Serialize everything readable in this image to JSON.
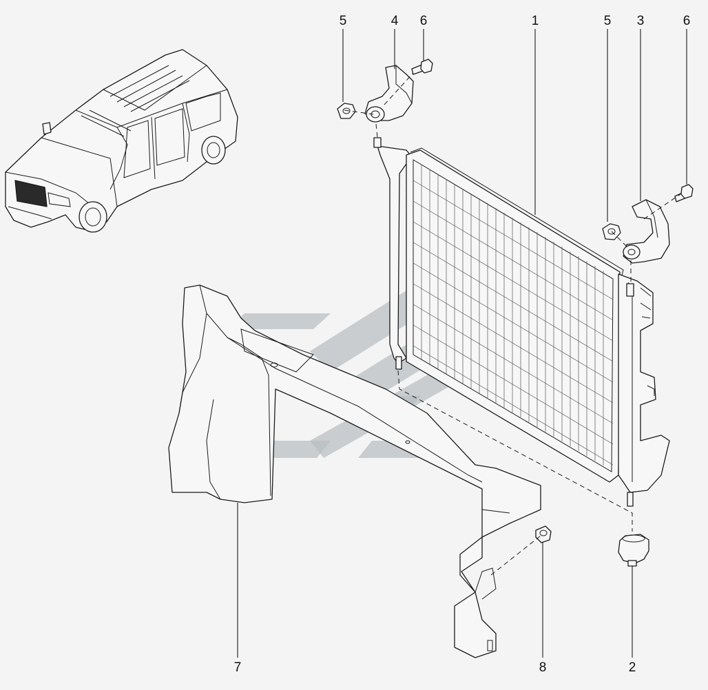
{
  "diagram": {
    "callouts": [
      {
        "id": "c5a",
        "label": "5"
      },
      {
        "id": "c4",
        "label": "4"
      },
      {
        "id": "c6a",
        "label": "6"
      },
      {
        "id": "c1",
        "label": "1"
      },
      {
        "id": "c5b",
        "label": "5"
      },
      {
        "id": "c3",
        "label": "3"
      },
      {
        "id": "c6b",
        "label": "6"
      },
      {
        "id": "c7",
        "label": "7"
      },
      {
        "id": "c8",
        "label": "8"
      },
      {
        "id": "c2",
        "label": "2"
      }
    ],
    "colors": {
      "line": "#1a1a1a",
      "fill": "#f7f7f7",
      "watermark": "#b9bec0",
      "background": "#f4f4f4"
    }
  }
}
